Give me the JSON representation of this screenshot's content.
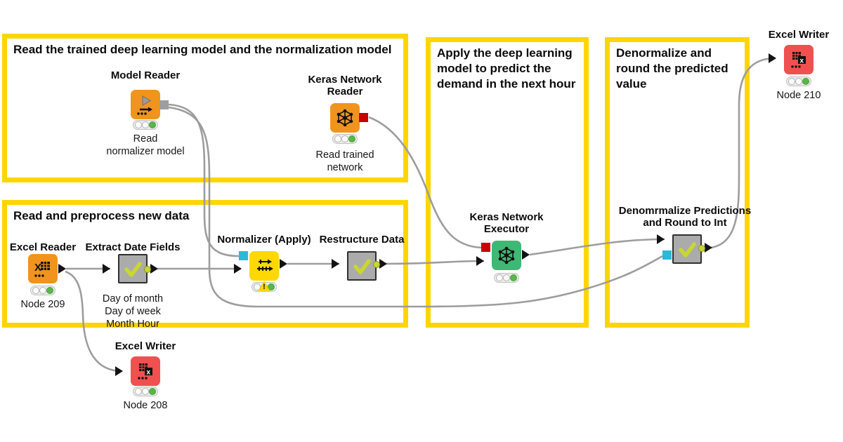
{
  "annotations": {
    "a1": {
      "title": "Read the trained deep learning model and the normalization model"
    },
    "a2": {
      "title": "Read and preprocess new data"
    },
    "a3": {
      "title": "Apply the deep learning model to predict the demand in the next hour"
    },
    "a4": {
      "title": "Denormalize and round the predicted value"
    }
  },
  "nodes": {
    "model_reader": {
      "name": "Model Reader",
      "sub": "Read\nnormalizer model"
    },
    "keras_reader": {
      "name": "Keras Network\nReader",
      "sub": "Read trained\nnetwork"
    },
    "excel_reader": {
      "name": "Excel Reader",
      "sub": "Node 209"
    },
    "extract_date": {
      "name": "Extract Date Fields",
      "sub": "Day of month\nDay of week\nMonth Hour"
    },
    "normalizer": {
      "name": "Normalizer (Apply)"
    },
    "restructure": {
      "name": "Restructure Data"
    },
    "keras_executor": {
      "name": "Keras Network\nExecutor"
    },
    "denorm": {
      "name": "Denomrmalize Predictions\nand Round to Int"
    },
    "excel_writer_210": {
      "name": "Excel Writer",
      "sub": "Node 210"
    },
    "excel_writer_208": {
      "name": "Excel Writer",
      "sub": "Node 208"
    }
  },
  "status": {
    "warning_mark": "!"
  },
  "edges": [
    {
      "from": "Model Reader",
      "to": "Normalizer (Apply)",
      "port": "model"
    },
    {
      "from": "Model Reader",
      "to": "Denomrmalize Predictions and Round to Int",
      "port": "model"
    },
    {
      "from": "Keras Network Reader",
      "to": "Keras Network Executor",
      "port": "network"
    },
    {
      "from": "Excel Reader",
      "to": "Extract Date Fields",
      "port": "data"
    },
    {
      "from": "Excel Reader",
      "to": "Excel Writer (Node 208)",
      "port": "data"
    },
    {
      "from": "Extract Date Fields",
      "to": "Normalizer (Apply)",
      "port": "data"
    },
    {
      "from": "Normalizer (Apply)",
      "to": "Restructure Data",
      "port": "data"
    },
    {
      "from": "Restructure Data",
      "to": "Keras Network Executor",
      "port": "data"
    },
    {
      "from": "Keras Network Executor",
      "to": "Denomrmalize Predictions and Round to Int",
      "port": "data"
    },
    {
      "from": "Denomrmalize Predictions and Round to Int",
      "to": "Excel Writer (Node 210)",
      "port": "data"
    }
  ],
  "colors": {
    "annotation_border": "#FFD500",
    "node_orange": "#F0941E",
    "node_red": "#F15050",
    "node_green": "#3FB874",
    "node_yellow": "#FFD800",
    "node_gray": "#ABABAB",
    "wire": "#9D9D9D",
    "port_cyan": "#2BB9D9",
    "port_red": "#C80000",
    "port_model_gray": "#9E9E9E",
    "status_green": "#57B747",
    "check_lime": "#C9D72F",
    "warning_yellow": "#FFD500"
  }
}
